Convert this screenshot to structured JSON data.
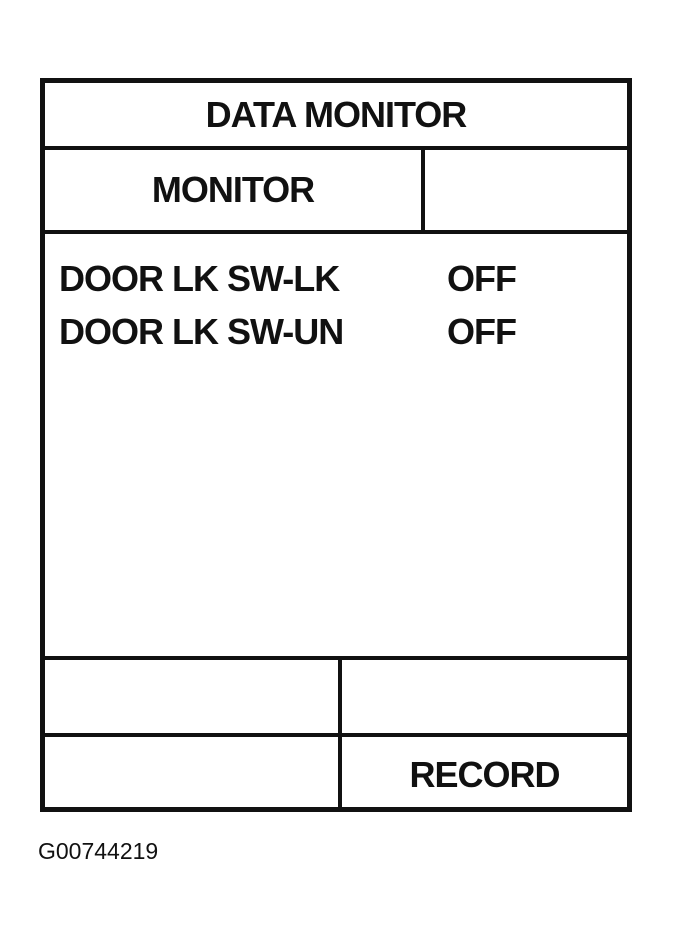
{
  "screen": {
    "title": "DATA MONITOR",
    "mode_label": "MONITOR",
    "mode_value": "",
    "data_items": [
      {
        "label": "DOOR LK SW-LK",
        "value": "OFF"
      },
      {
        "label": "DOOR LK SW-UN",
        "value": "OFF"
      }
    ],
    "softkeys": {
      "row1_left": "",
      "row1_right": "",
      "row2_left": "",
      "row2_right": "RECORD"
    }
  },
  "figure_id": "G00744219",
  "colors": {
    "line": "#111111",
    "background": "#ffffff"
  }
}
